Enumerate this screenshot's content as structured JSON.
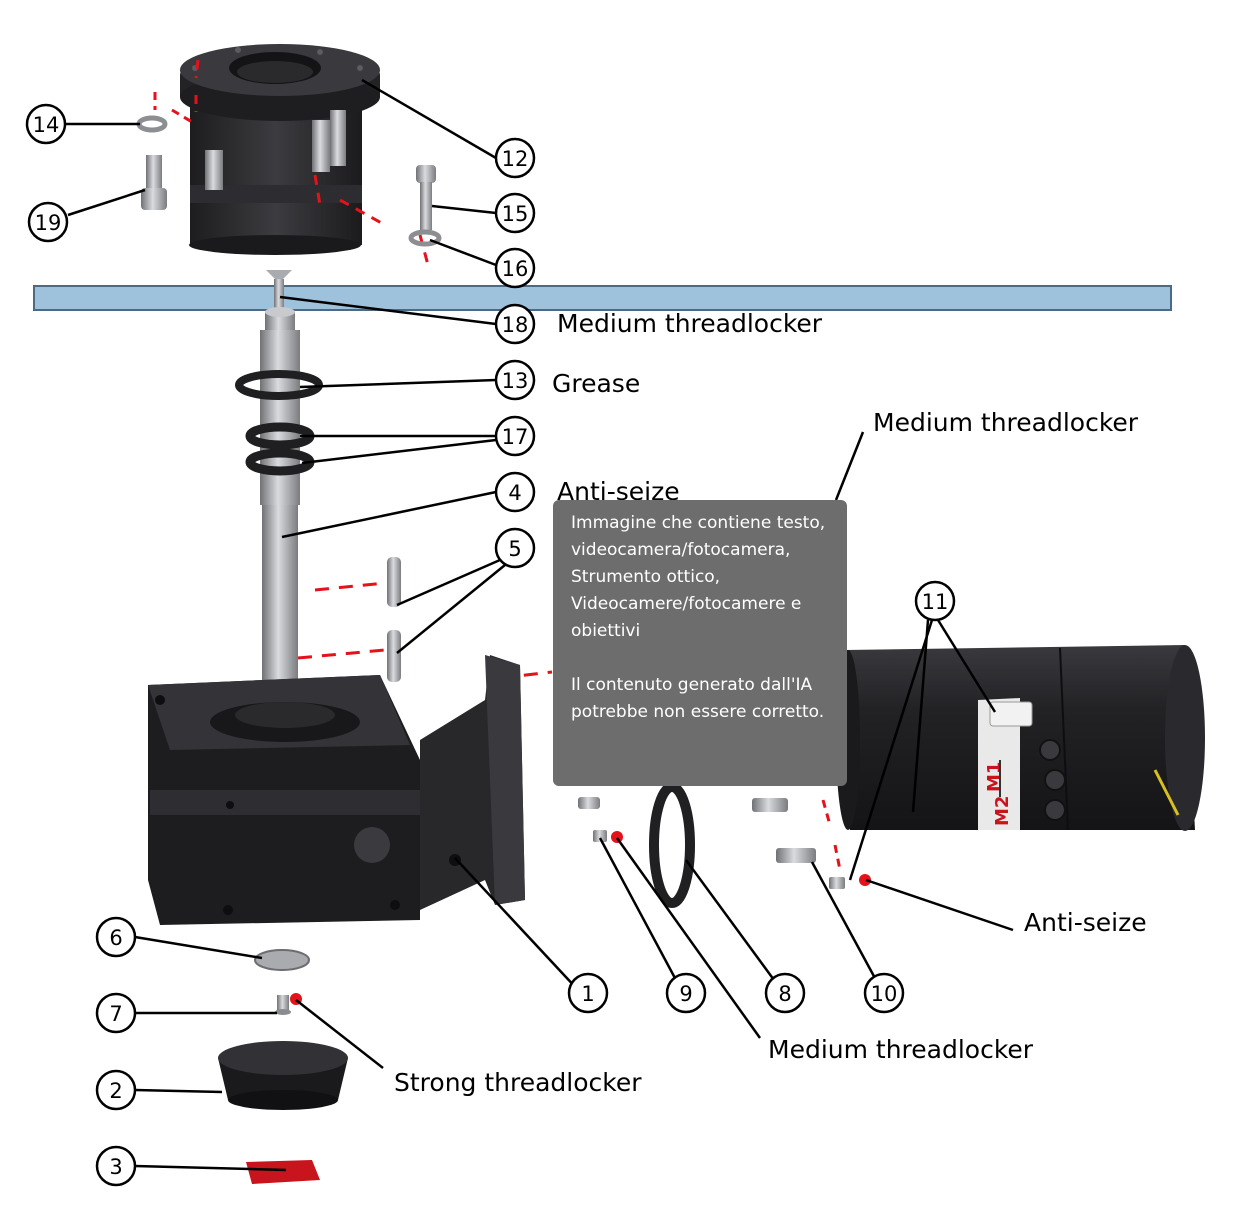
{
  "labels": {
    "n1": "1",
    "n2": "2",
    "n3": "3",
    "n4": "4",
    "n5": "5",
    "n6": "6",
    "n7": "7",
    "n8": "8",
    "n9": "9",
    "n10": "10",
    "n11": "11",
    "n12": "12",
    "n13": "13",
    "n14": "14",
    "n15": "15",
    "n16": "16",
    "n17": "17",
    "n18": "18",
    "n19": "19"
  },
  "notes": {
    "medium_threadlocker_18": "Medium threadlocker",
    "grease_13": "Grease",
    "medium_threadlocker_top": "Medium threadlocker",
    "anti_seize_4": "Anti-seize",
    "anti_seize_10": "Anti-seize",
    "medium_threadlocker_9": "Medium threadlocker",
    "strong_threadlocker_7": "Strong threadlocker"
  },
  "motor_markings": {
    "m1": "M1",
    "m2": "M2"
  },
  "tooltip": {
    "description": "Immagine che contiene testo, videocamera/fotocamera, Strumento ottico, Videocamere/fotocamere e obiettivi",
    "disclaimer": "Il contenuto generato dall'IA potrebbe non essere corretto."
  },
  "colors": {
    "part_dark": "#2b2b2d",
    "part_metal": "#a9abae",
    "plate_fill": "#9ec1dc",
    "plate_stroke": "#4a6a86",
    "dash_red": "#e3121b",
    "dot_red": "#e3121b",
    "tag_red": "#c8141c",
    "tooltip_bg": "#6d6d6d"
  }
}
